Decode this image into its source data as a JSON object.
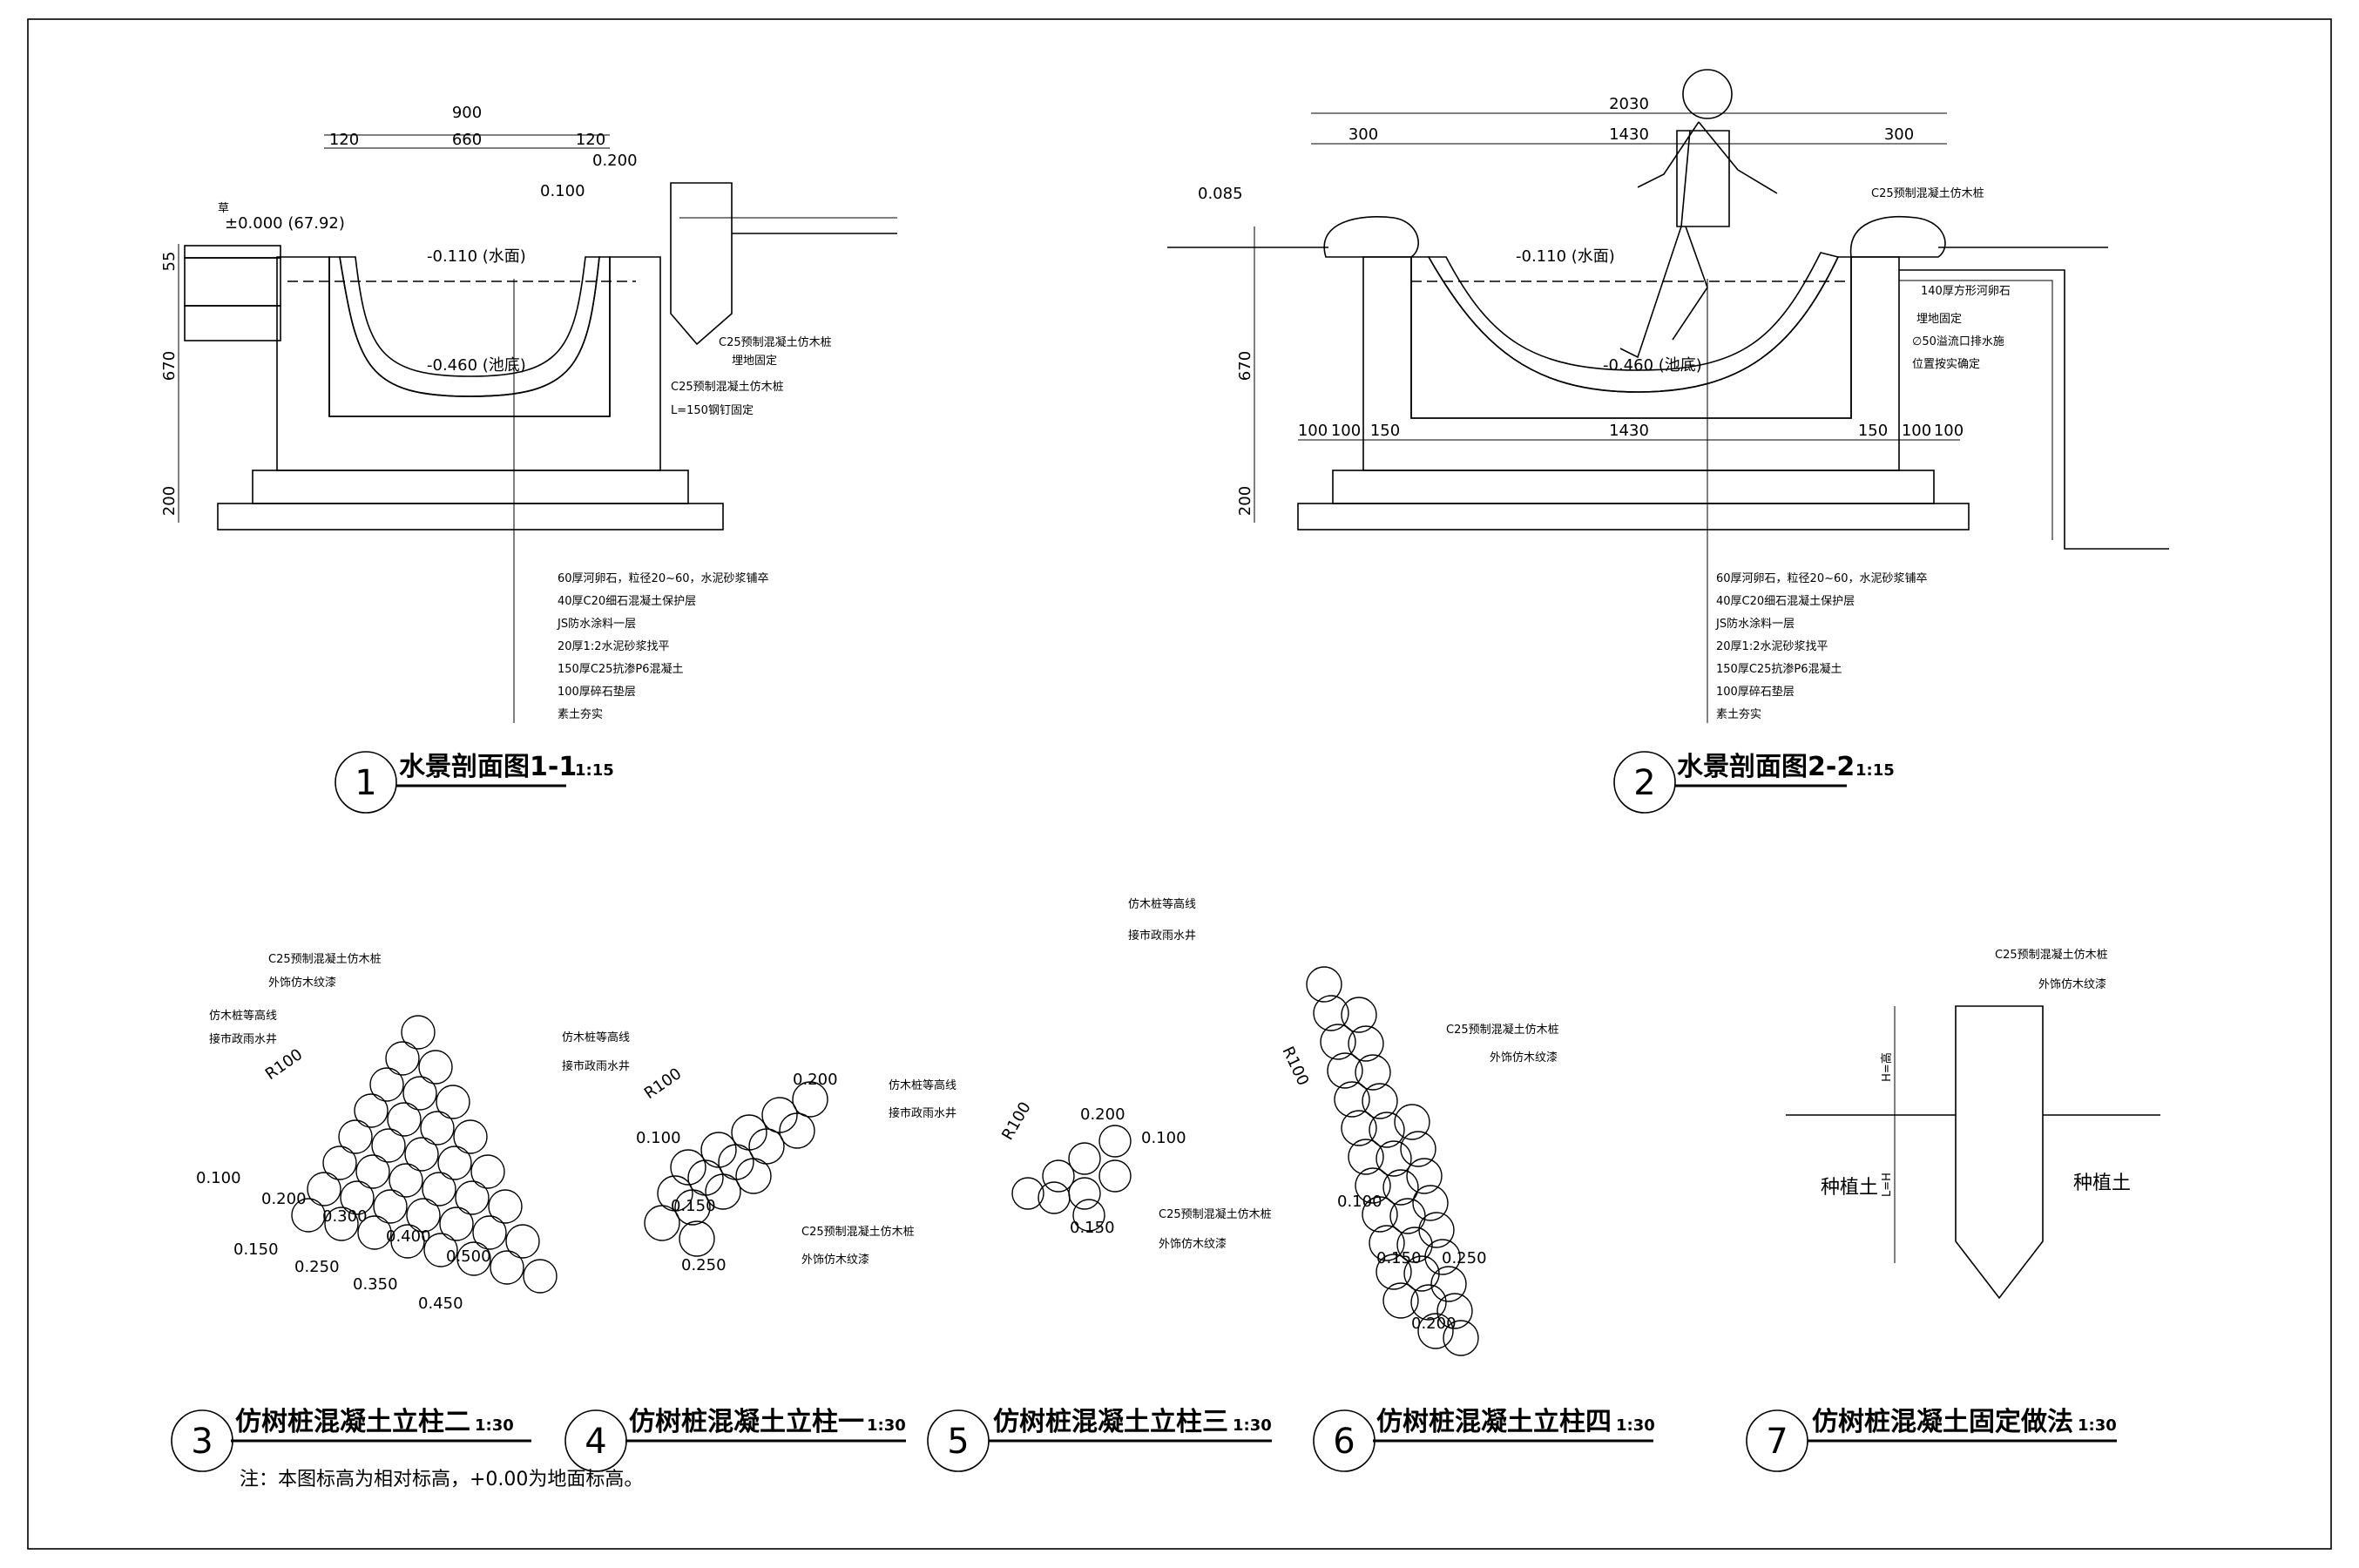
{
  "section1": {
    "title": "水景剖面图1-1",
    "scale": "1:15",
    "number": "1",
    "dims_top": {
      "total": "900",
      "left": "120",
      "mid": "660",
      "right": "120"
    },
    "dims_left": {
      "top": "55",
      "mid": "670",
      "bottom": "200"
    },
    "levels": {
      "ground": "±0.000 (67.92)",
      "water": "-0.110 (水面)",
      "bottom": "-0.460 (池底)",
      "l1": "0.100",
      "l2": "0.200"
    },
    "small_label": "草",
    "pile_note": [
      "C25预制混凝土仿木桩",
      "埋地固定"
    ],
    "pile_note2": [
      "C25预制混凝土仿木桩",
      "L=150钢钉固定"
    ],
    "layers": [
      "60厚河卵石，粒径20~60，水泥砂浆铺卒",
      "40厚C20细石混凝土保护层",
      "JS防水涂料一层",
      "20厚1:2水泥砂浆找平",
      "150厚C25抗渗P6混凝土",
      "100厚碎石垫层",
      "素土夯实"
    ]
  },
  "section2": {
    "title": "水景剖面图2-2",
    "scale": "1:15",
    "number": "2",
    "dims_top": {
      "total": "2030",
      "left": "300",
      "mid": "1430",
      "right": "300"
    },
    "dims_left": {
      "mid": "670",
      "bottom": "200"
    },
    "dims_bottom": [
      "100",
      "100",
      "150",
      "1430",
      "150",
      "100",
      "100"
    ],
    "levels": {
      "l1": "0.085",
      "water": "-0.110 (水面)",
      "bottom": "-0.460 (池底)"
    },
    "right_notes": [
      "C25预制混凝土仿木桩",
      "140厚方形河卵石",
      "埋地固定",
      "∅50溢流口排水施",
      "位置按实确定"
    ],
    "layers": [
      "60厚河卵石，粒径20~60，水泥砂浆铺卒",
      "40厚C20细石混凝土保护层",
      "JS防水涂料一层",
      "20厚1:2水泥砂浆找平",
      "150厚C25抗渗P6混凝土",
      "100厚碎石垫层",
      "素土夯实"
    ]
  },
  "detail3": {
    "title": "仿树桩混凝土立柱二",
    "scale": "1:30",
    "number": "3",
    "notes": [
      "C25预制混凝土仿木桩",
      "外饰仿木纹漆",
      "仿木桩等高线",
      "接市政雨水井"
    ],
    "radius": "R100",
    "levels": [
      "0.100",
      "0.200",
      "0.300",
      "0.400",
      "0.500",
      "0.150",
      "0.250",
      "0.350",
      "0.450"
    ]
  },
  "detail4": {
    "title": "仿树桩混凝土立柱一",
    "scale": "1:30",
    "number": "4",
    "notes": [
      "仿木桩等高线",
      "接市政雨水井",
      "C25预制混凝土仿木桩",
      "外饰仿木纹漆"
    ],
    "radius": "R100",
    "levels": [
      "0.200",
      "0.100",
      "0.150",
      "0.250"
    ]
  },
  "detail5": {
    "title": "仿树桩混凝土立柱三",
    "scale": "1:30",
    "number": "5",
    "notes": [
      "仿木桩等高线",
      "接市政雨水井",
      "C25预制混凝土仿木桩",
      "外饰仿木纹漆"
    ],
    "radius": "R100",
    "levels": [
      "0.200",
      "0.100",
      "0.150"
    ]
  },
  "detail6": {
    "title": "仿树桩混凝土立柱四",
    "scale": "1:30",
    "number": "6",
    "notes": [
      "仿木桩等高线",
      "接市政雨水井",
      "C25预制混凝土仿木桩",
      "外饰仿木纹漆"
    ],
    "radius": "R100",
    "levels": [
      "0.100",
      "0.150",
      "0.250",
      "0.200"
    ]
  },
  "detail7": {
    "title": "仿树桩混凝土固定做法",
    "scale": "1:30",
    "number": "7",
    "notes": [
      "C25预制混凝土仿木桩",
      "外饰仿木纹漆"
    ],
    "soil_left": "种植土",
    "soil_right": "种植土",
    "h_top": "H=高",
    "h_bottom": "L=H"
  },
  "footnote": "注：本图标高为相对标高，+0.00为地面标高。"
}
